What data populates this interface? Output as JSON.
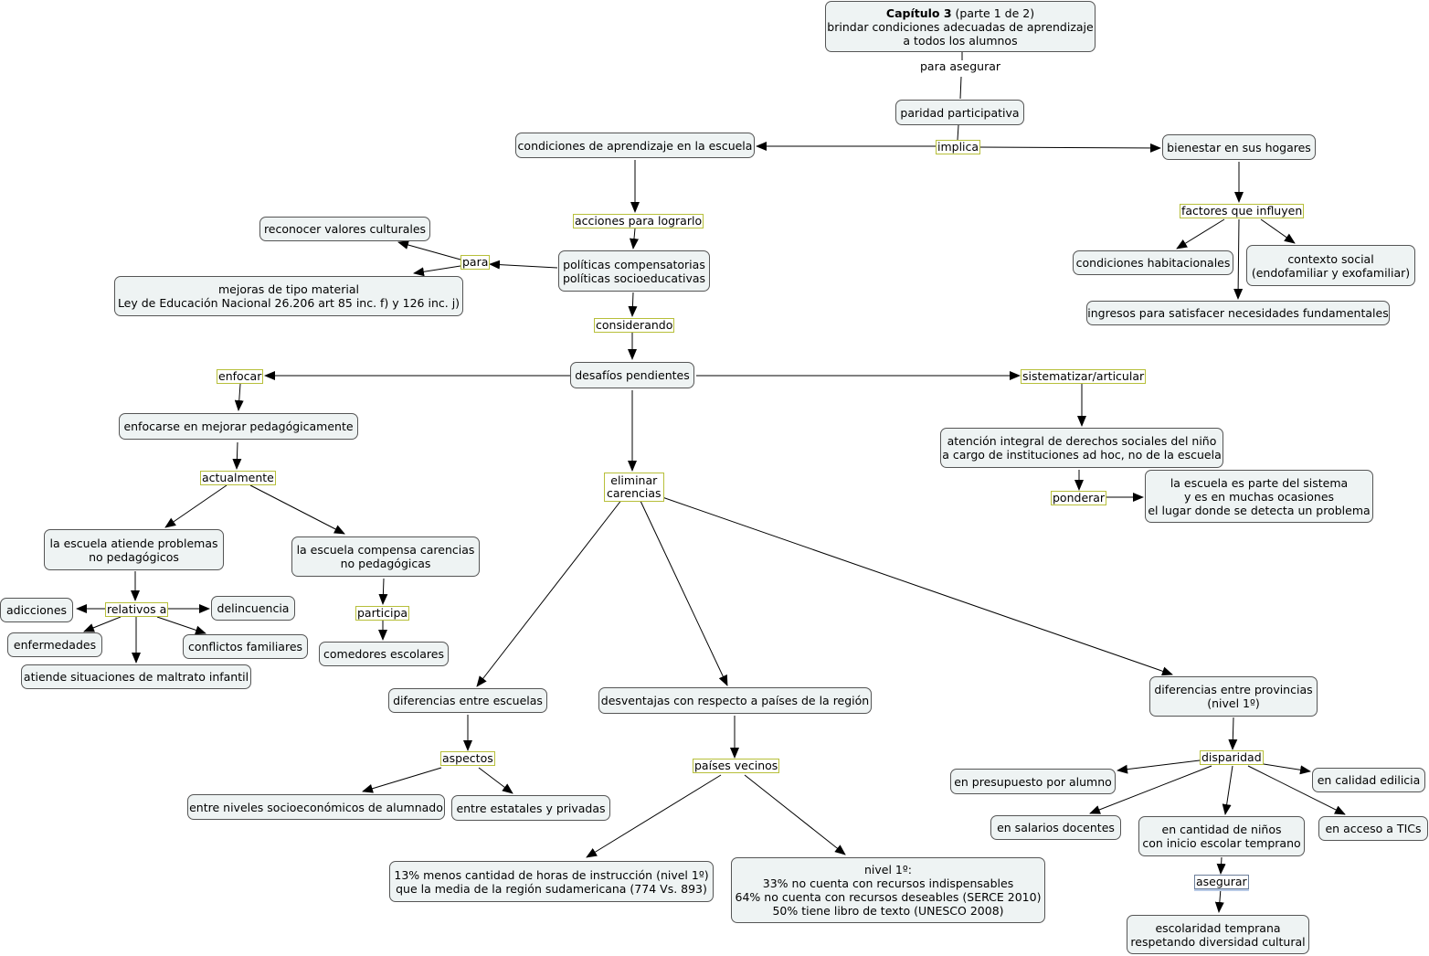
{
  "root": {
    "title": "Capítulo 3",
    "title_suffix": "(parte 1 de 2)",
    "line2": "brindar condiciones adecuadas de aprendizaje",
    "line3": "a todos los alumnos"
  },
  "nodes": {
    "paridad": [
      "paridad participativa"
    ],
    "condiciones_escuela": [
      "condiciones de aprendizaje en la escuela"
    ],
    "bienestar": [
      "bienestar en sus hogares"
    ],
    "reconocer": [
      "reconocer valores culturales"
    ],
    "politicas": [
      "políticas compensatorias",
      "políticas socioeducativas"
    ],
    "mejoras": [
      "mejoras de tipo material",
      "Ley de Educación Nacional 26.206 art 85 inc. f) y 126 inc. j)"
    ],
    "cond_habit": [
      "condiciones habitacionales"
    ],
    "contexto": [
      "contexto social",
      "(endofamiliar y exofamiliar)"
    ],
    "ingresos": [
      "ingresos para satisfacer necesidades fundamentales"
    ],
    "desafios": [
      "desafíos pendientes"
    ],
    "enfocarse": [
      "enfocarse en mejorar pedagógicamente"
    ],
    "atencion": [
      "atención integral de derechos sociales del niño",
      "a cargo de instituciones ad hoc, no de la escuela"
    ],
    "escuela_parte": [
      "la escuela es parte del sistema",
      "y es en muchas ocasiones",
      "el lugar donde se detecta un problema"
    ],
    "atiende": [
      "la escuela atiende problemas",
      "no pedagógicos"
    ],
    "compensa": [
      "la escuela compensa carencias",
      "no pedagógicas"
    ],
    "adicciones": [
      "adicciones"
    ],
    "delincuencia": [
      "delincuencia"
    ],
    "enfermedades": [
      "enfermedades"
    ],
    "conflictos": [
      "conflictos familiares"
    ],
    "maltrato": [
      "atiende situaciones de maltrato infantil"
    ],
    "comedores": [
      "comedores escolares"
    ],
    "dif_escuelas": [
      "diferencias entre escuelas"
    ],
    "desventajas": [
      "desventajas con respecto a países de la región"
    ],
    "dif_provincias": [
      "diferencias entre provincias",
      "(nivel 1º)"
    ],
    "niveles": [
      "entre niveles socioeconómicos de alumnado"
    ],
    "estatales": [
      "entre estatales y privadas"
    ],
    "horas": [
      "13% menos cantidad de  horas de instrucción (nivel 1º)",
      "que la media de la región sudamericana (774 Vs. 893)"
    ],
    "nivel1": [
      "nivel 1º:",
      "33% no cuenta con recursos indispensables",
      "64% no cuenta con recursos deseables (SERCE 2010)",
      "50% tiene libro de texto (UNESCO 2008)"
    ],
    "presupuesto": [
      "en presupuesto por alumno"
    ],
    "edilicia": [
      "en calidad edilicia"
    ],
    "salarios": [
      "en salarios docentes"
    ],
    "cantidad": [
      "en cantidad de niños",
      "con inicio escolar temprano"
    ],
    "tics": [
      "en acceso a TICs"
    ],
    "escolaridad": [
      "escolaridad temprana",
      "respetando diversidad cultural"
    ]
  },
  "links": {
    "para_asegurar": [
      "para asegurar"
    ],
    "implica": [
      "implica"
    ],
    "acciones": [
      "acciones para lograrlo"
    ],
    "para": [
      "para"
    ],
    "factores": [
      "factores que influyen"
    ],
    "considerando": [
      "considerando"
    ],
    "enfocar": [
      "enfocar"
    ],
    "sistematizar": [
      "sistematizar/articular"
    ],
    "actualmente": [
      "actualmente"
    ],
    "eliminar": [
      "eliminar",
      "carencias"
    ],
    "ponderar": [
      "ponderar"
    ],
    "relativos": [
      "relativos a"
    ],
    "participa": [
      "participa"
    ],
    "aspectos": [
      "aspectos"
    ],
    "paises": [
      "países vecinos"
    ],
    "disparidad": [
      "disparidad"
    ],
    "asegurar": [
      "asegurar"
    ]
  },
  "colors": {
    "node_fill": "#eef3f3",
    "node_border": "#555555",
    "link_border": "#b7bf3a",
    "edge": "#000000"
  }
}
